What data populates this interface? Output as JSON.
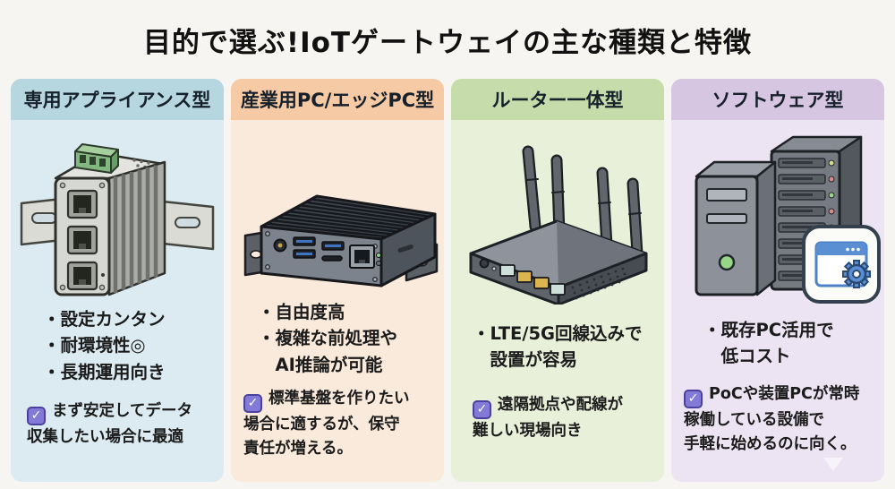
{
  "title": "目的で選ぶ!IoTゲートウェイの主な種類と特徴",
  "glyphs": {
    "bullet": "・",
    "check": "✓"
  },
  "colors": {
    "page_bg": "#f7f5f1",
    "text": "#1b1b1b",
    "checkbox_fill": "#837ad7",
    "checkbox_border": "#4c429e",
    "check_color": "#ffffff"
  },
  "columns": [
    {
      "id": "dedicated-appliance",
      "header": "専用アプライアンス型",
      "header_bg": "#b6d6e0",
      "body_bg": "#dcebf1",
      "illustration": "din-rail-gateway",
      "bullets": [
        "設定カンタン",
        "耐環境性◎",
        "長期運用向き"
      ],
      "note": "まず安定してデータ\n収集したい場合に最適"
    },
    {
      "id": "industrial-edge-pc",
      "header": "産業用PC/エッジPC型",
      "header_bg": "#f5caa4",
      "body_bg": "#faeadb",
      "illustration": "fanless-edge-pc",
      "bullets": [
        "自由度高",
        "複雑な前処理や\nAI推論が可能"
      ],
      "note": "標準基盤を作りたい\n場合に適するが、保守\n責任が増える。"
    },
    {
      "id": "router-integrated",
      "header": "ルーター一体型",
      "header_bg": "#c6dcab",
      "body_bg": "#e9f0da",
      "illustration": "lte-router",
      "bullets": [
        "LTE/5G回線込みで\n設置が容易"
      ],
      "note": "遠隔拠点や配線が\n難しい現場向き"
    },
    {
      "id": "software-type",
      "header": "ソフトウェア型",
      "header_bg": "#d7c6e1",
      "body_bg": "#ece4f2",
      "illustration": "pc-server-software",
      "bullets": [
        "既存PC活用で\n低コスト"
      ],
      "note": "PoCや装置PCが常時\n稼働している設備で\n手軽に始めるのに向く。"
    }
  ]
}
